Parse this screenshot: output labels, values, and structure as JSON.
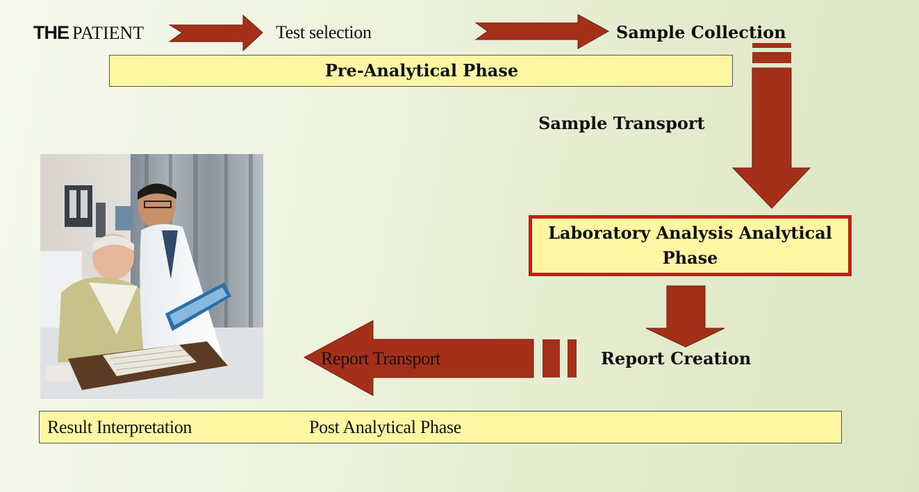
{
  "diagram": {
    "patient_prefix": "THE",
    "patient_label": "PATIENT",
    "test_selection": "Test selection",
    "sample_collection": "Sample Collection",
    "pre_analytical_phase": "Pre-Analytical Phase",
    "sample_transport": "Sample Transport",
    "lab_analysis": "Laboratory Analysis Analytical Phase",
    "report_creation": "Report Creation",
    "report_transport": "Report Transport",
    "result_interpretation": "Result Interpretation",
    "post_analytical_phase": "Post Analytical Phase"
  },
  "colors": {
    "arrow": "#a5301a",
    "box_fill": "#fdf7a4",
    "lab_border": "#d31616"
  }
}
